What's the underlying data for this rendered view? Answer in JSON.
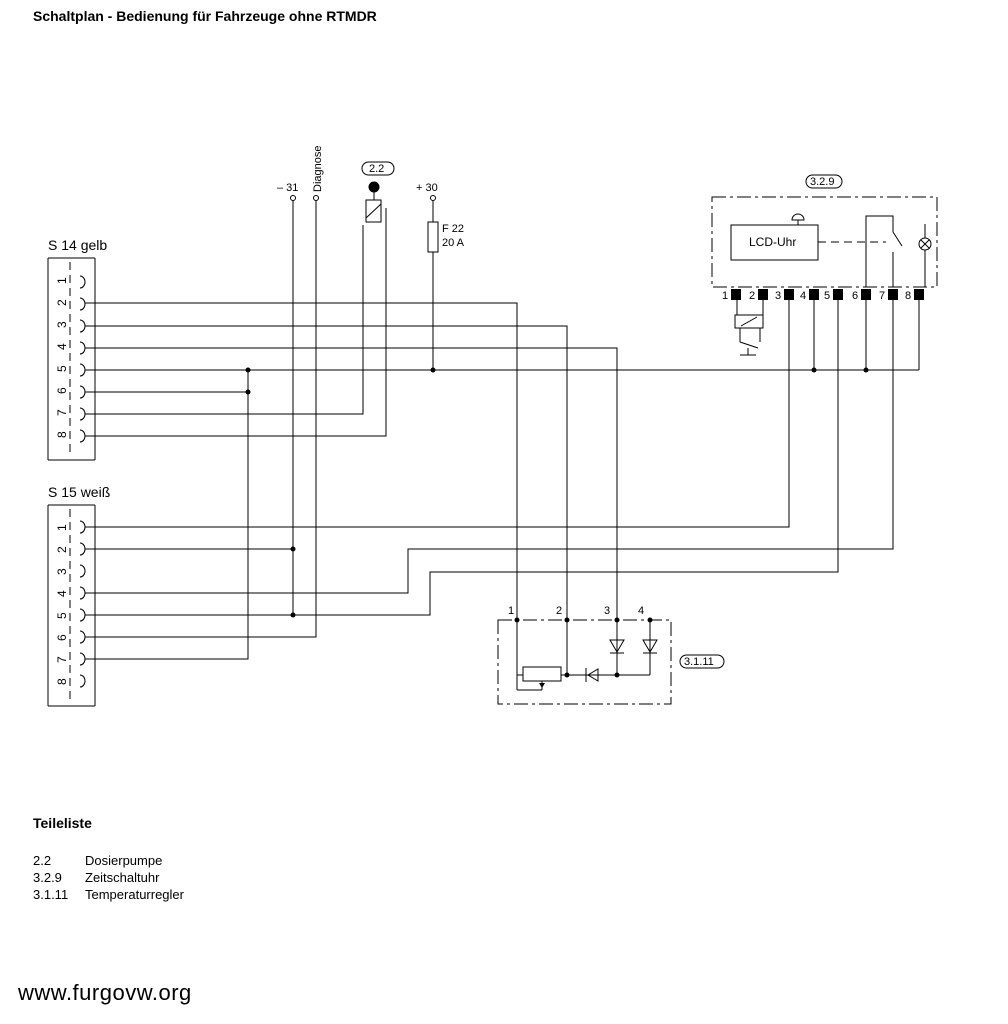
{
  "title": "Schaltplan - Bedienung für Fahrzeuge ohne RTMDR",
  "connectors": {
    "s14": {
      "label": "S 14 gelb",
      "pins": [
        "1",
        "2",
        "3",
        "4",
        "5",
        "6",
        "7",
        "8"
      ]
    },
    "s15": {
      "label": "S 15 weiß",
      "pins": [
        "1",
        "2",
        "3",
        "4",
        "5",
        "6",
        "7",
        "8"
      ]
    }
  },
  "terminals": {
    "minus31": "– 31",
    "diagnose": "Diagnose",
    "plus30": "+ 30",
    "pump_ref": "2.2",
    "fuse_name": "F 22",
    "fuse_rating": "20 A"
  },
  "clock": {
    "ref": "3.2.9",
    "lcd_label": "LCD-Uhr",
    "pins": [
      "1",
      "2",
      "3",
      "4",
      "5",
      "6",
      "7",
      "8"
    ]
  },
  "regulator": {
    "ref": "3.1.11",
    "pins": [
      "1",
      "2",
      "3",
      "4"
    ]
  },
  "parts_list": {
    "heading": "Teileliste",
    "items": [
      {
        "num": "2.2",
        "name": "Dosierpumpe"
      },
      {
        "num": "3.2.9",
        "name": "Zeitschaltuhr"
      },
      {
        "num": "3.1.11",
        "name": "Temperaturregler"
      }
    ]
  },
  "footer": "www.furgovw.org"
}
